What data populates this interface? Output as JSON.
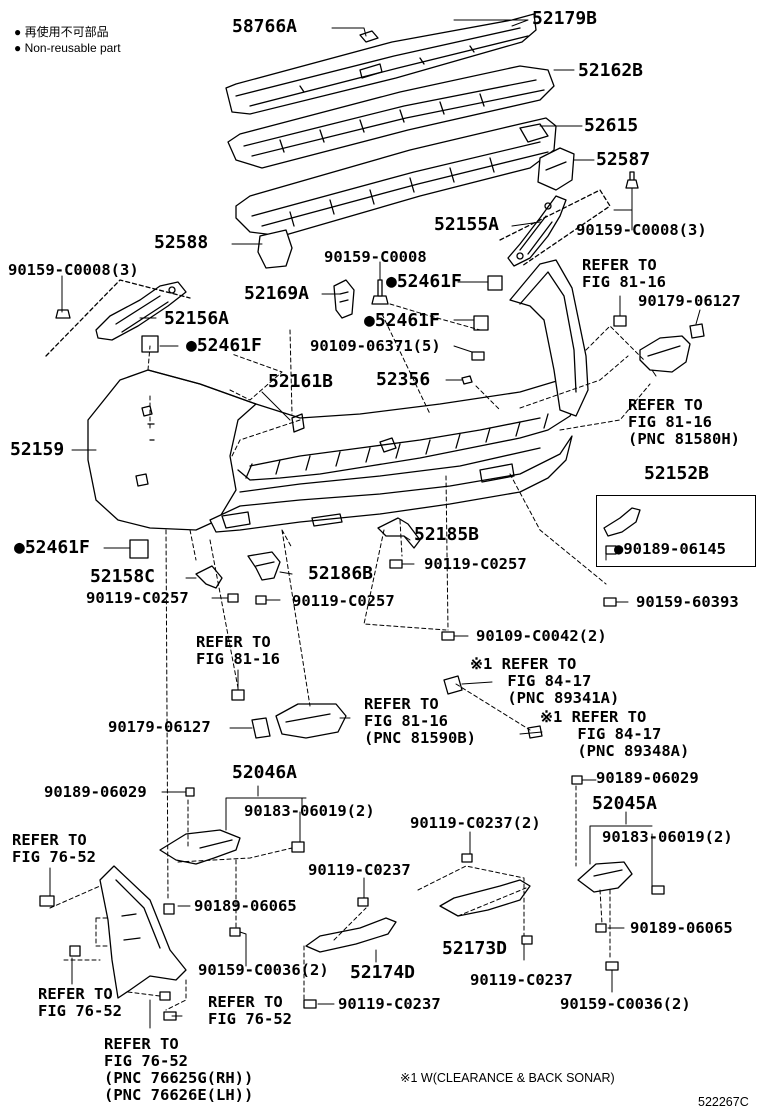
{
  "legend": {
    "jp": "● 再使用不可部品",
    "en": "● Non-reusable part"
  },
  "labels": {
    "p58766A": "58766A",
    "p52179B": "52179B",
    "p52162B": "52162B",
    "p52615": "52615",
    "p52587": "52587",
    "p52155A": "52155A",
    "p90159_c0008_3_r": "90159-C0008(3)",
    "p52588": "52588",
    "p90159_c0008": "90159-C0008",
    "p90159_c0008_3_l": "90159-C0008(3)",
    "p52169A": "52169A",
    "p52461F_a": "●52461F",
    "p52156A": "52156A",
    "p52461F_b": "●52461F",
    "p52461F_c": "●52461F",
    "p90109_06371_5": "90109-06371(5)",
    "p52356": "52356",
    "p52161B": "52161B",
    "p52159": "52159",
    "refer_81_16_a": "REFER TO\nFIG 81-16",
    "p90179_06127_r": "90179-06127",
    "refer_81_16_b": "REFER TO\nFIG 81-16\n(PNC 81580H)",
    "p52152B": "52152B",
    "p90189_06145": "●90189-06145",
    "p52461F_d": "●52461F",
    "p52185B": "52185B",
    "p52158C": "52158C",
    "p52186B": "52186B",
    "p90119_c0257_a": "90119-C0257",
    "p90119_c0257_b": "90119-C0257",
    "p90119_c0257_c": "90119-C0257",
    "p90159_60393": "90159-60393",
    "p90109_c0042_2": "90109-C0042(2)",
    "refer_81_16_c": "REFER TO\nFIG 81-16",
    "refer_84_17_a": "※1 REFER TO\n    FIG 84-17\n    (PNC 89341A)",
    "p90179_06127_l": "90179-06127",
    "refer_81_16_d": "REFER TO\nFIG 81-16\n(PNC 81590B)",
    "refer_84_17_b": "※1 REFER TO\n    FIG 84-17\n    (PNC 89348A)",
    "p52046A": "52046A",
    "p90189_06029_l": "90189-06029",
    "p90183_06019_2_l": "90183-06019(2)",
    "p90189_06029_r": "90189-06029",
    "p52045A": "52045A",
    "p90183_06019_2_r": "90183-06019(2)",
    "p90119_c0237_2": "90119-C0237(2)",
    "refer_76_52_a": "REFER TO\nFIG 76-52",
    "p90119_c0237_a": "90119-C0237",
    "p90189_06065_l": "90189-06065",
    "p90189_06065_r": "90189-06065",
    "p52173D": "52173D",
    "p90159_c0036_2_l": "90159-C0036(2)",
    "p52174D": "52174D",
    "p90119_c0237_b": "90119-C0237",
    "p90159_c0036_2_r": "90159-C0036(2)",
    "refer_76_52_b": "REFER TO\nFIG 76-52",
    "refer_76_52_c": "REFER TO\nFIG 76-52",
    "p90119_c0237_c": "90119-C0237",
    "refer_76_52_d": "REFER TO\nFIG 76-52\n(PNC 76625G(RH))\n(PNC 76626E(LH))",
    "footnote": "※1 W(CLEARANCE & BACK SONAR)",
    "diagram_id": "522267C"
  }
}
